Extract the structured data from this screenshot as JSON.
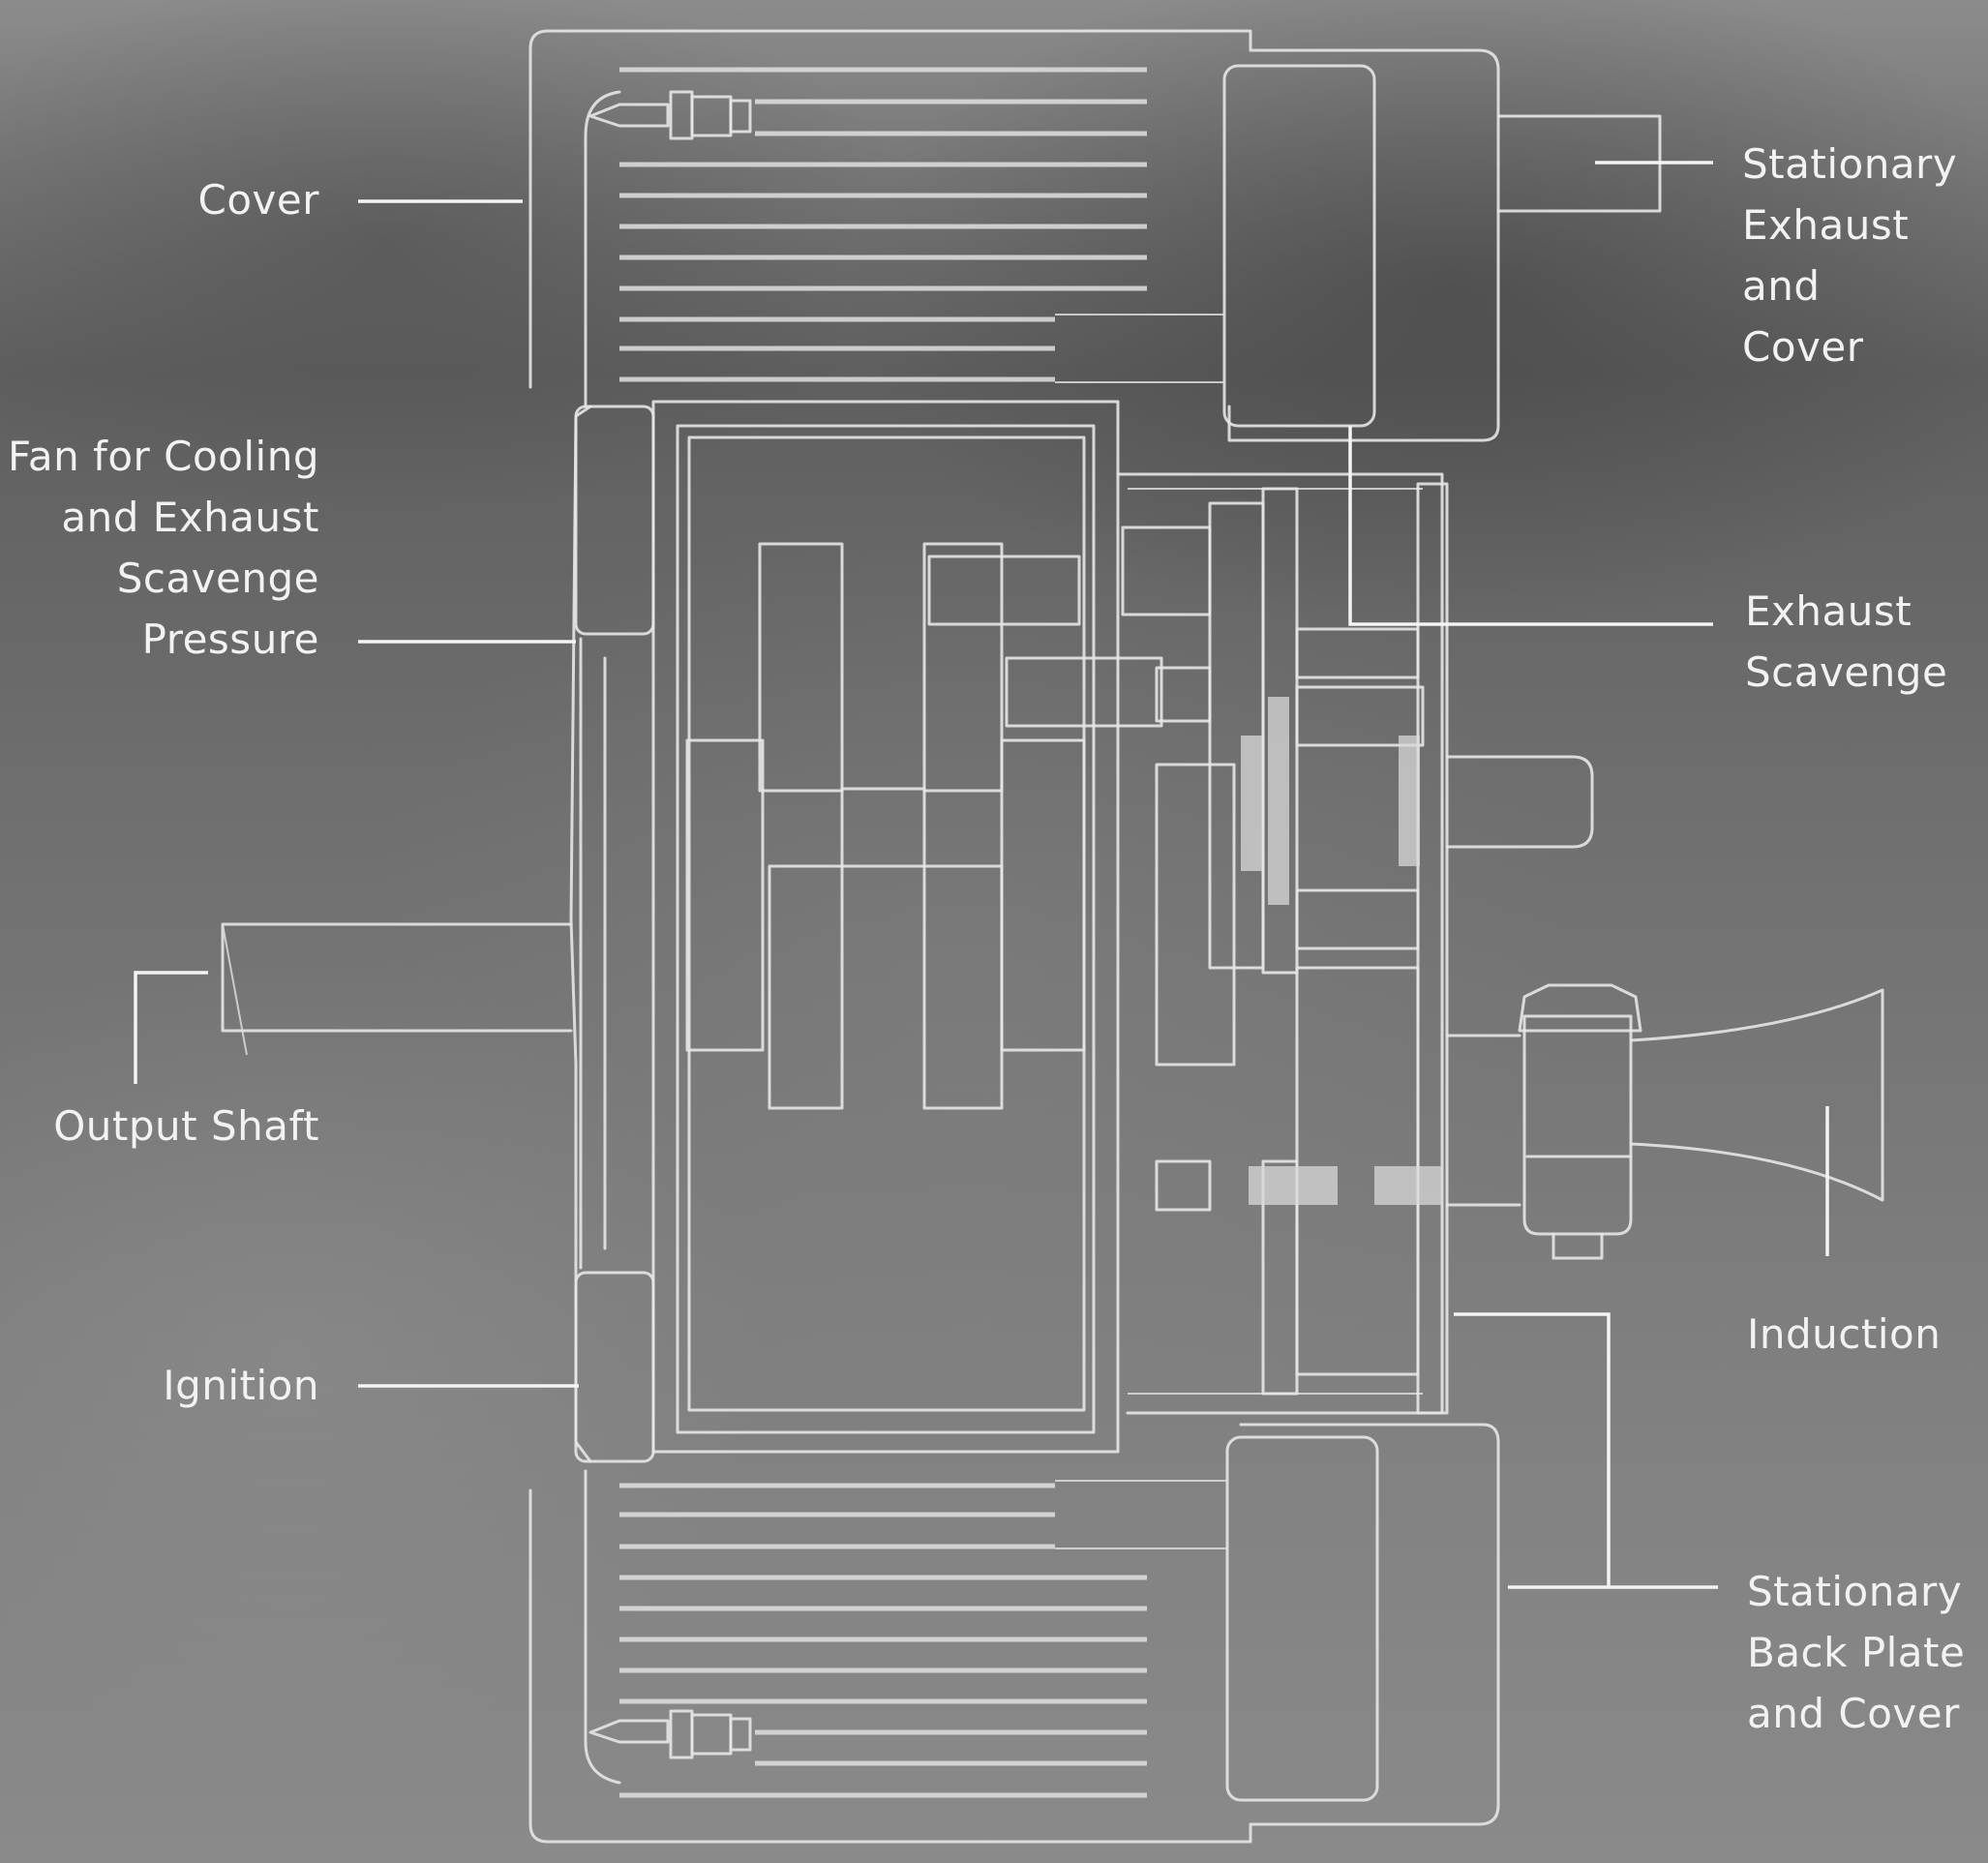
{
  "labels": {
    "cover": "Cover",
    "fan": "Fan for Cooling\nand Exhaust\nScavenge\nPressure",
    "output_shaft": "Output Shaft",
    "ignition": "Ignition",
    "stationary_exhaust": "Stationary\nExhaust and\nCover",
    "exhaust_scavenge": "Exhaust\nScavenge",
    "induction": "Induction",
    "stationary_back_plate": "Stationary\nBack Plate\nand Cover"
  },
  "colors": {
    "background": "#6b6b6b",
    "line": "#e6e6e6",
    "text": "#f2f2f2"
  }
}
